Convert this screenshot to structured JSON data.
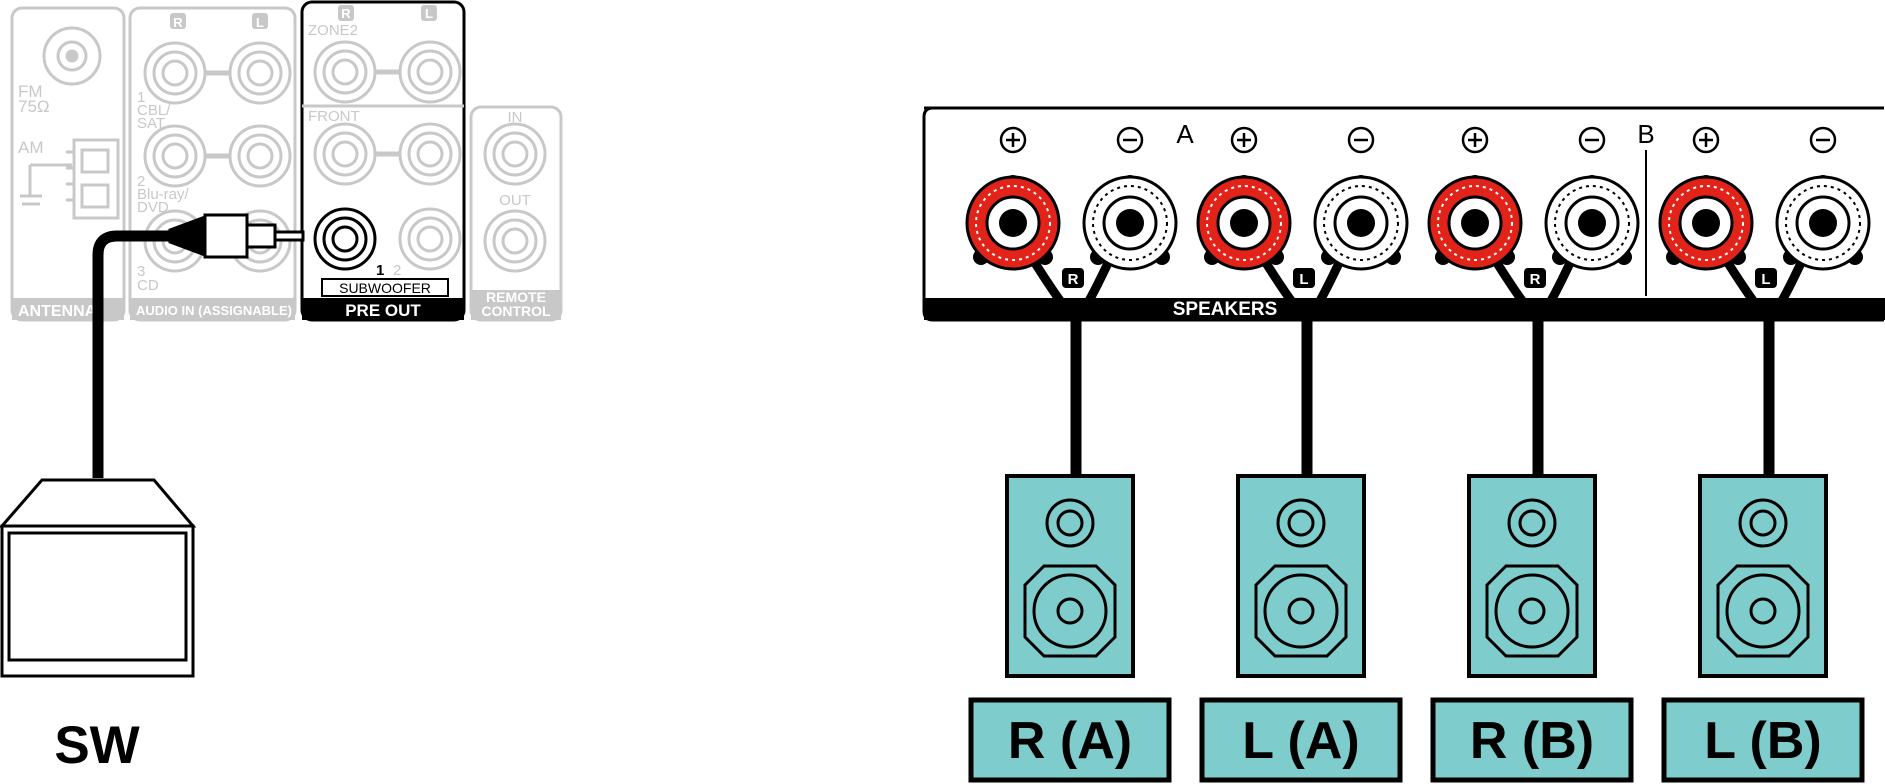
{
  "left_panel": {
    "antenna": {
      "fm_label": "FM",
      "fm_ohm": "75Ω",
      "am_label": "AM",
      "section_label": "ANTENNA"
    },
    "audio_in": {
      "ch_r": "R",
      "ch_l": "L",
      "input1_num": "1",
      "input1_line1": "CBL/",
      "input1_line2": "SAT",
      "input2_num": "2",
      "input2_line1": "Blu-ray/",
      "input2_line2": "DVD",
      "input3_num": "3",
      "input3_name": "CD",
      "section_label": "AUDIO IN (ASSIGNABLE)"
    },
    "pre_out": {
      "ch_r": "R",
      "ch_l": "L",
      "zone2_label": "ZONE2",
      "front_label": "FRONT",
      "sub_num1": "1",
      "sub_num2": "2",
      "subwoofer_label": "SUBWOOFER",
      "section_label": "PRE OUT"
    },
    "remote": {
      "in_label": "IN",
      "out_label": "OUT",
      "section_label_line1": "REMOTE",
      "section_label_line2": "CONTROL"
    },
    "sw_label": "SW"
  },
  "speaker_panel": {
    "group_a": "A",
    "group_b": "B",
    "section_label": "SPEAKERS",
    "terminal_pairs": [
      {
        "channel": "R"
      },
      {
        "channel": "L"
      },
      {
        "channel": "R"
      },
      {
        "channel": "L"
      }
    ],
    "speakers": [
      {
        "label": "R (A)"
      },
      {
        "label": "L (A)"
      },
      {
        "label": "R (B)"
      },
      {
        "label": "L (B)"
      }
    ]
  },
  "colors": {
    "teal": "#7fcccc",
    "terminal_red": "#e2231a",
    "faded_gray": "#c8c8c8",
    "ink": "#000000"
  }
}
